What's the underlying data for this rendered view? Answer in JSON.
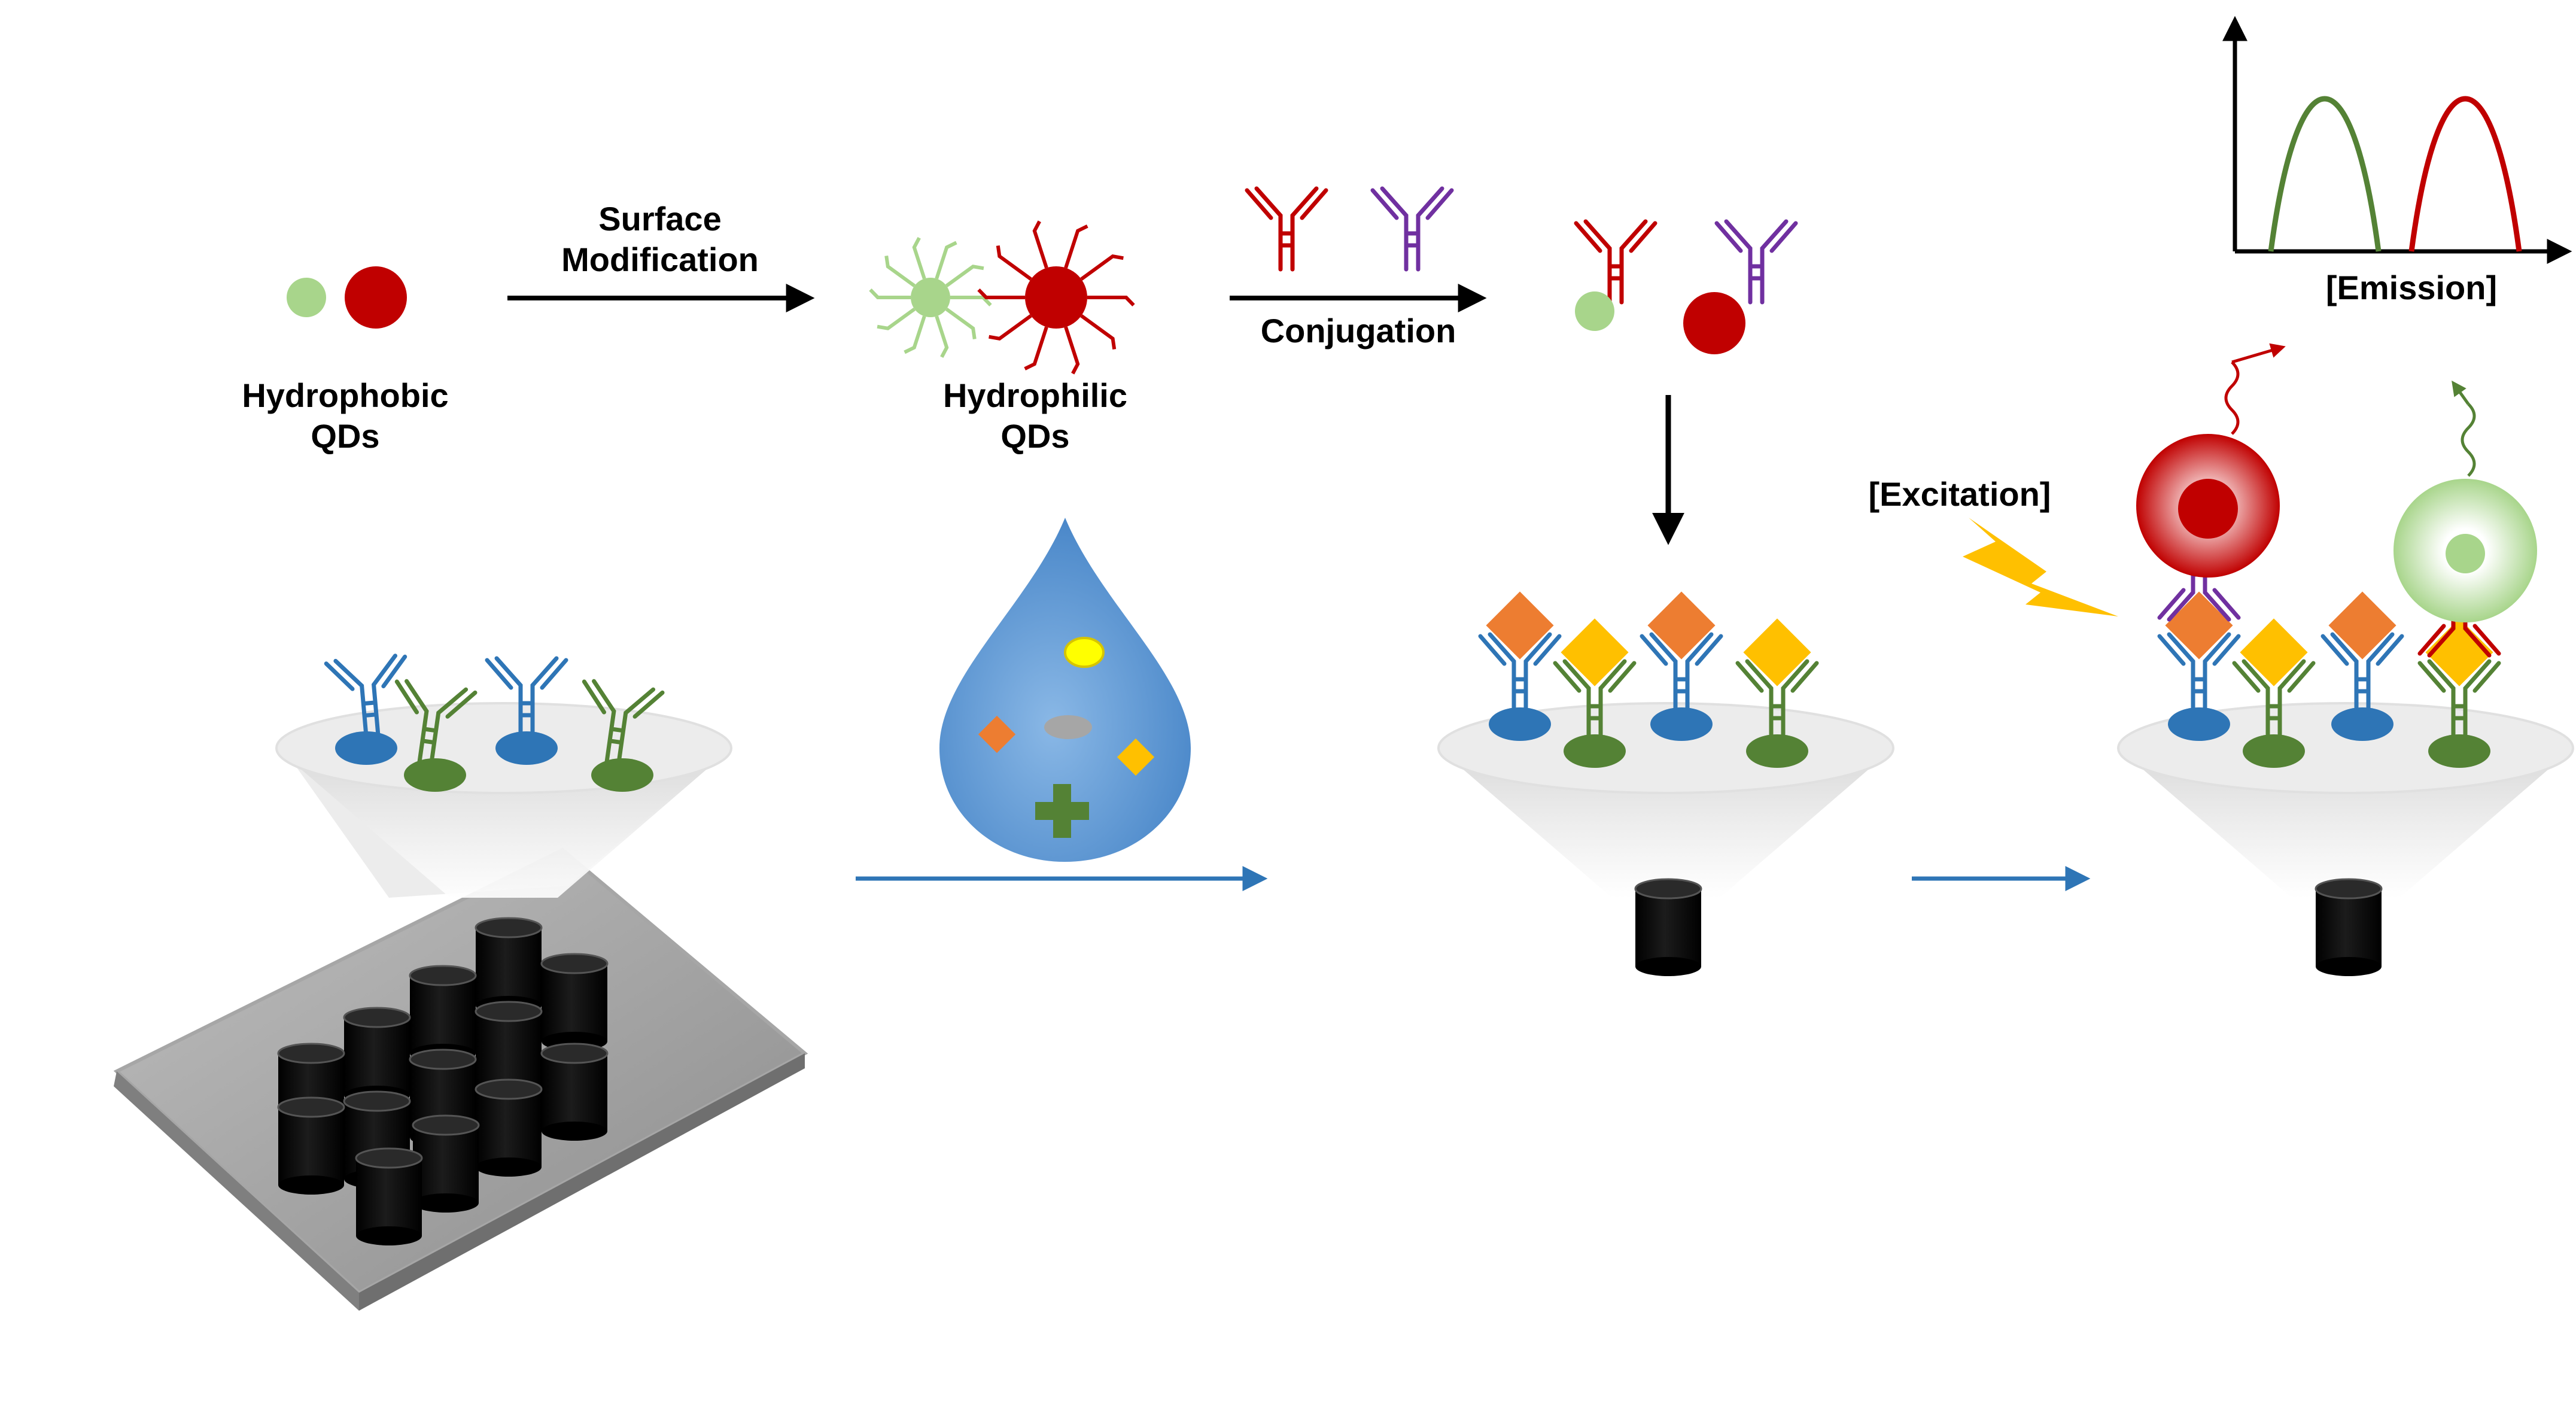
{
  "labels": {
    "hydrophobic_line1": "Hydrophobic",
    "hydrophobic_line2": "QDs",
    "surface_line1": "Surface",
    "surface_line2": "Modification",
    "hydrophilic_line1": "Hydrophilic",
    "hydrophilic_line2": "QDs",
    "conjugation": "Conjugation",
    "excitation": "[Excitation]",
    "emission": "[Emission]"
  },
  "colors": {
    "qd_green": "#a8d58b",
    "qd_red": "#c00000",
    "antibody_red": "#c00000",
    "antibody_purple": "#7030a0",
    "antibody_blue": "#2e75b6",
    "antibody_green": "#548235",
    "antigen_orange": "#ed7d31",
    "antigen_yellow": "#ffc000",
    "drop_blue": "#5b9bd5",
    "arrow_blue": "#2e75b6",
    "emission_green": "#548235",
    "emission_red": "#c00000"
  },
  "icons": [
    "quantum-dot-icon",
    "antibody-icon",
    "antigen-icon",
    "droplet-icon",
    "funnel-icon",
    "microplate-icon",
    "lightning-icon",
    "emission-spectrum-icon"
  ]
}
